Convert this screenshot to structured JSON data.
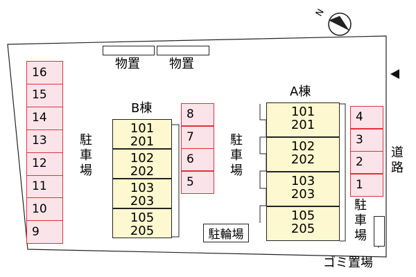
{
  "compass": {
    "label": "N",
    "icon": "north-compass-icon"
  },
  "road_arrow_icon": "triangle-left-icon",
  "storage_labels": [
    "物置",
    "物置"
  ],
  "parking_left": {
    "label": "駐車場",
    "stalls": [
      "16",
      "15",
      "14",
      "13",
      "12",
      "11",
      "10",
      "9"
    ]
  },
  "building_b": {
    "title": "B棟",
    "units": [
      [
        "101",
        "201"
      ],
      [
        "102",
        "202"
      ],
      [
        "103",
        "203"
      ],
      [
        "105",
        "205"
      ]
    ]
  },
  "parking_mid": {
    "label": "駐車場",
    "stalls": [
      "8",
      "7",
      "6",
      "5"
    ]
  },
  "building_a": {
    "title": "A棟",
    "units": [
      [
        "101",
        "201"
      ],
      [
        "102",
        "202"
      ],
      [
        "103",
        "203"
      ],
      [
        "105",
        "205"
      ]
    ]
  },
  "parking_right": {
    "label": "駐車場",
    "stalls": [
      "4",
      "3",
      "2",
      "1"
    ]
  },
  "bicycle_parking": "駐輪場",
  "road_label": "道路",
  "garbage_label": "ゴミ置場"
}
